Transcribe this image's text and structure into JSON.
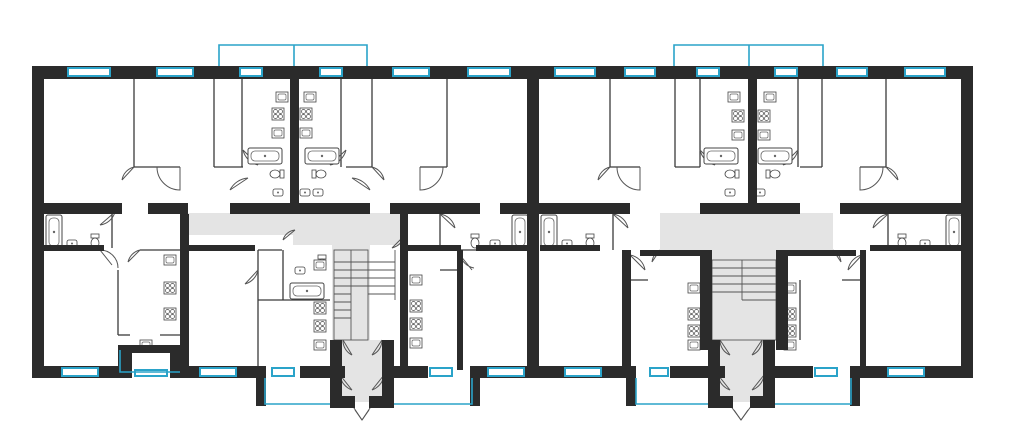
{
  "drawing": {
    "type": "floor-plan",
    "colors": {
      "wall": "#2b2b2b",
      "line": "#3a3a3a",
      "thin": "#555555",
      "window": "#2aa3c9",
      "corridor": "#e4e4e4",
      "background": "#ffffff"
    },
    "sections": [
      {
        "id": "left-section",
        "stair": "left-stair",
        "entrance": "left-entrance"
      },
      {
        "id": "right-section",
        "stair": "right-stair",
        "entrance": "right-entrance"
      }
    ]
  }
}
